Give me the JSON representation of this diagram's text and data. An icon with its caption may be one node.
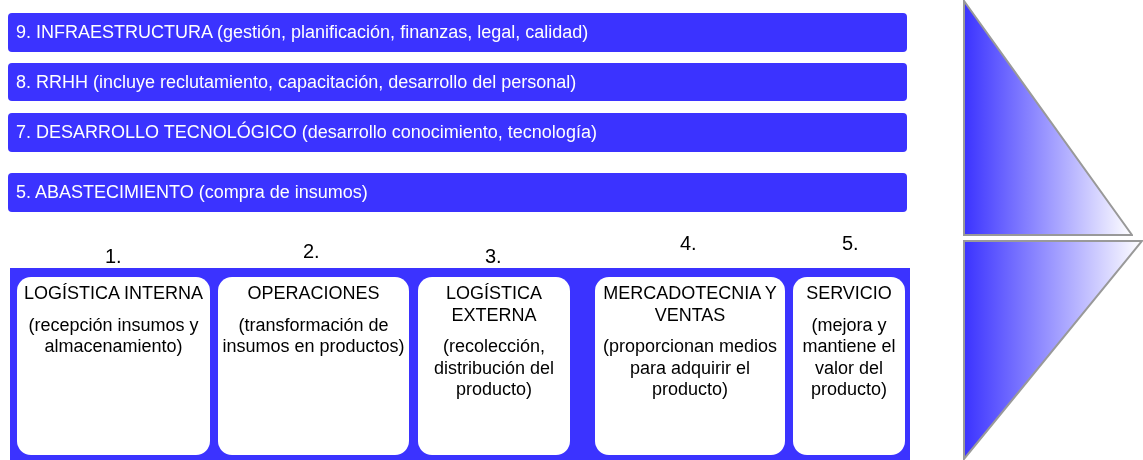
{
  "diagram": {
    "nodes": [
      {
        "text": [
          "9. INFRAESTRUCTURA (gestión, planificación, finanzas, legal, calidad)"
        ]
      },
      {
        "text": [
          "8. RRHH (incluye reclutamiento, capacitación, desarrollo del personal)"
        ]
      },
      {
        "text": [
          "7. DESARROLLO TECNOLÓGICO  (desarrollo conocimiento, tecnología)"
        ]
      },
      {
        "text": [
          "5. ABASTECIMIENTO (compra de insumos)"
        ]
      },
      {
        "text": [],
        "shape": "box"
      },
      {
        "text": [
          "LOGÍSTICA INTERNA",
          "(recepción insumos y almacenamiento)"
        ],
        "in": 4,
        "beside": [
          "1."
        ]
      },
      {
        "text": [
          "OPERACIONES",
          "(transformación de insumos en productos)"
        ],
        "in": 4,
        "beside": [
          "2."
        ]
      },
      {
        "text": [
          "LOGÍSTICA EXTERNA",
          "(recolección, distribución del producto)"
        ],
        "in": 4,
        "beside": [
          "3."
        ]
      },
      {
        "text": [
          "MERCADOTECNIA Y VENTAS",
          "(proporcionan medios para adquirir el producto)"
        ],
        "in": 4,
        "beside": [
          "4."
        ]
      },
      {
        "text": [
          "SERVICIO",
          "(mejora y mantiene el valor del producto)"
        ],
        "in": 4,
        "beside": [
          "5."
        ]
      },
      {
        "text": [],
        "shape": "triangle"
      },
      {
        "text": [],
        "shape": "triangle"
      }
    ]
  }
}
